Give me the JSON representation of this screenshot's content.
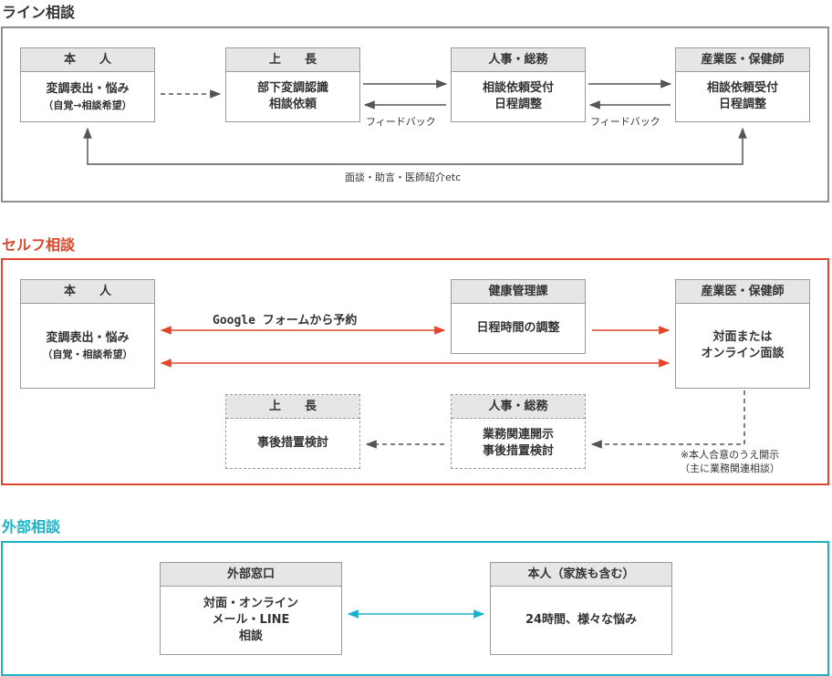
{
  "colors": {
    "line": "#888888",
    "self": "#e0462a",
    "external": "#1ab3c8",
    "gray_arrow": "#555555",
    "box_head": "#e6e6e6"
  },
  "line": {
    "title": "ライン相談",
    "person": {
      "head": "本　　人",
      "body": "変調表出・悩み",
      "sub": "（自覚→相談希望）"
    },
    "boss": {
      "head": "上　　長",
      "body1": "部下変調認識",
      "body2": "相談依頼"
    },
    "hr": {
      "head": "人事・総務",
      "body1": "相談依頼受付",
      "body2": "日程調整"
    },
    "doctor": {
      "head": "産業医・保健師",
      "body1": "相談依頼受付",
      "body2": "日程調整"
    },
    "feedback1": "フィードバック",
    "feedback2": "フィードバック",
    "bottom_label": "面談・助言・医師紹介etc"
  },
  "self": {
    "title": "セルフ相談",
    "person": {
      "head": "本　　人",
      "body": "変調表出・悩み",
      "sub": "（自覚・相談希望）"
    },
    "health": {
      "head": "健康管理課",
      "body": "日程時間の調整"
    },
    "doctor": {
      "head": "産業医・保健師",
      "body1": "対面または",
      "body2": "オンライン面談"
    },
    "boss": {
      "head": "上　　長",
      "body": "事後措置検討"
    },
    "hr": {
      "head": "人事・総務",
      "body1": "業務関連開示",
      "body2": "事後措置検討"
    },
    "google_label": "Google フォームから予約",
    "note1": "※本人合意のうえ開示",
    "note2": "（主に業務関連相談）"
  },
  "external": {
    "title": "外部相談",
    "window": {
      "head": "外部窓口",
      "body1": "対面・オンライン",
      "body2": "メール・LINE",
      "body3": "相談"
    },
    "person": {
      "head": "本人（家族も含む）",
      "body": "24時間、様々な悩み"
    }
  }
}
